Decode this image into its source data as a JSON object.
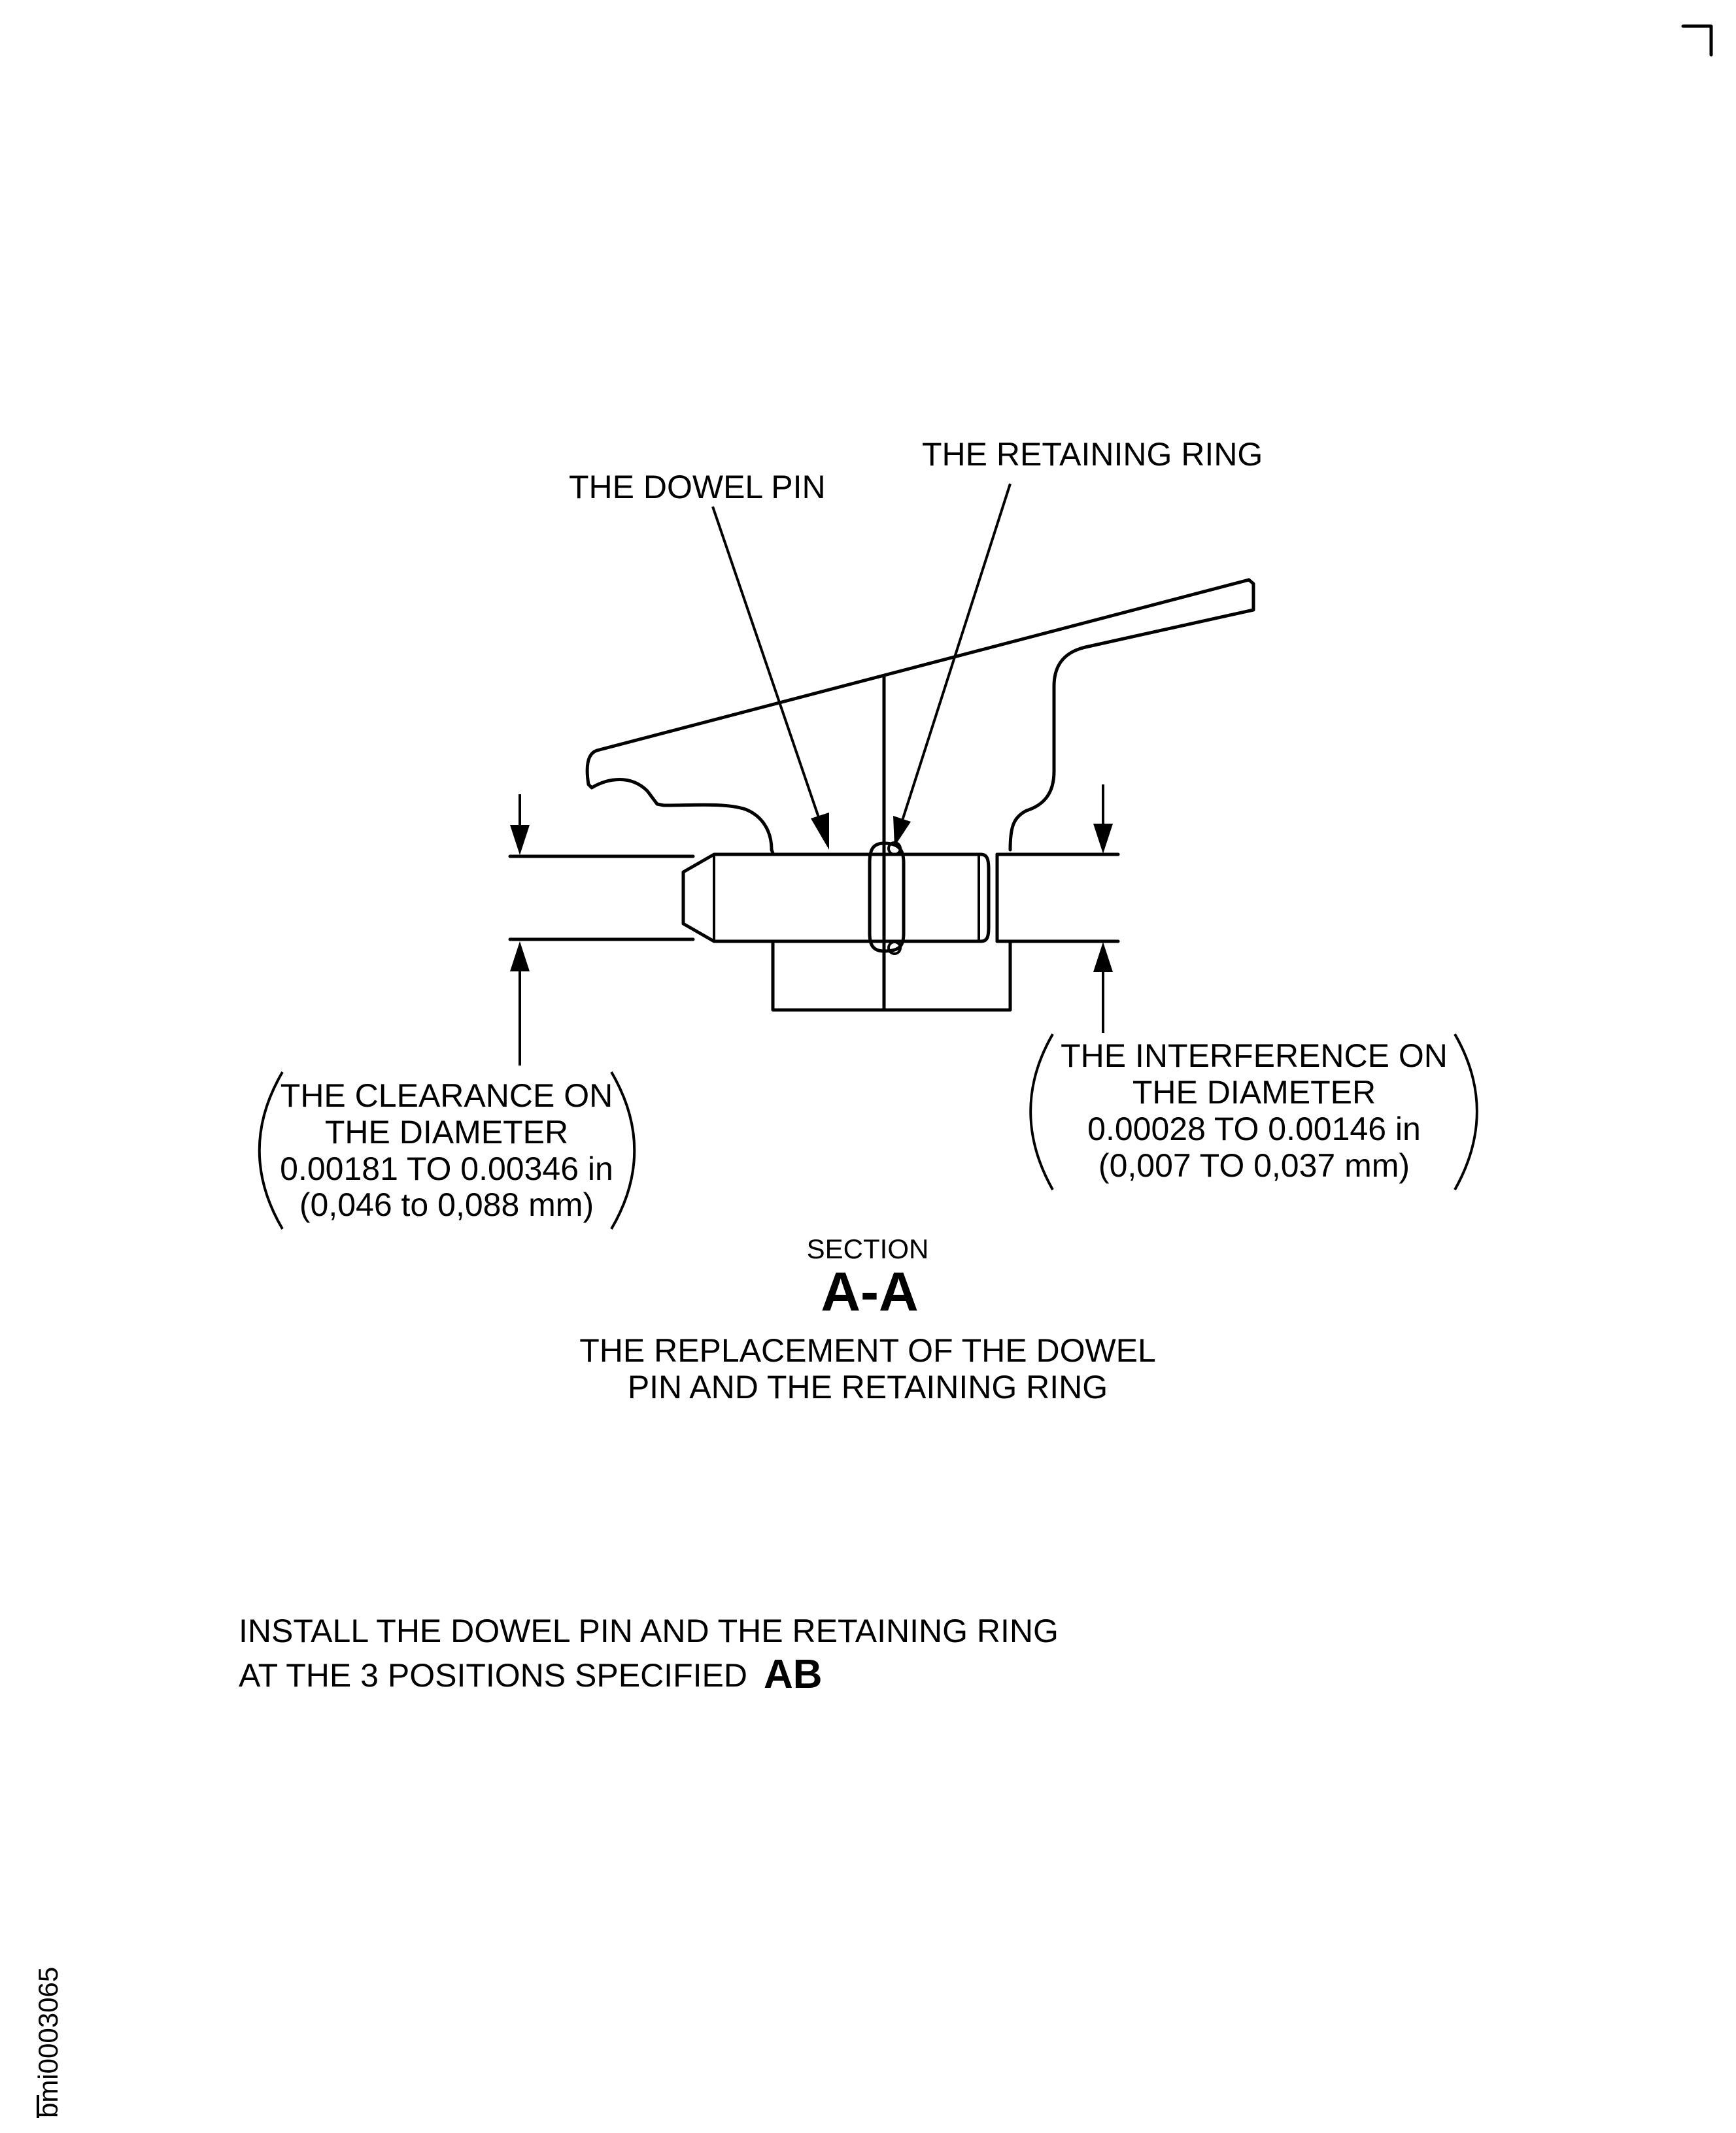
{
  "labels": {
    "dowel_pin": "THE DOWEL PIN",
    "retaining_ring": "THE RETAINING RING"
  },
  "clearance_note": {
    "line1": "THE CLEARANCE ON",
    "line2": "THE DIAMETER",
    "line3": "0.00181 TO 0.00346 in",
    "line4": "(0,046 to 0,088 mm)"
  },
  "interference_note": {
    "line1": "THE INTERFERENCE ON",
    "line2": "THE DIAMETER",
    "line3": "0.00028 TO 0.00146 in",
    "line4": "(0,007 TO 0,037 mm)"
  },
  "section": {
    "word": "SECTION",
    "id": "A-A",
    "caption_line1": "THE REPLACEMENT OF THE DOWEL",
    "caption_line2": "PIN AND THE RETAINING RING"
  },
  "instruction": {
    "line1": "INSTALL THE DOWEL PIN AND THE RETAINING RING",
    "line2": "AT THE 3 POSITIONS SPECIFIED",
    "ref": "AB"
  },
  "figure_id": "bmi0003065"
}
